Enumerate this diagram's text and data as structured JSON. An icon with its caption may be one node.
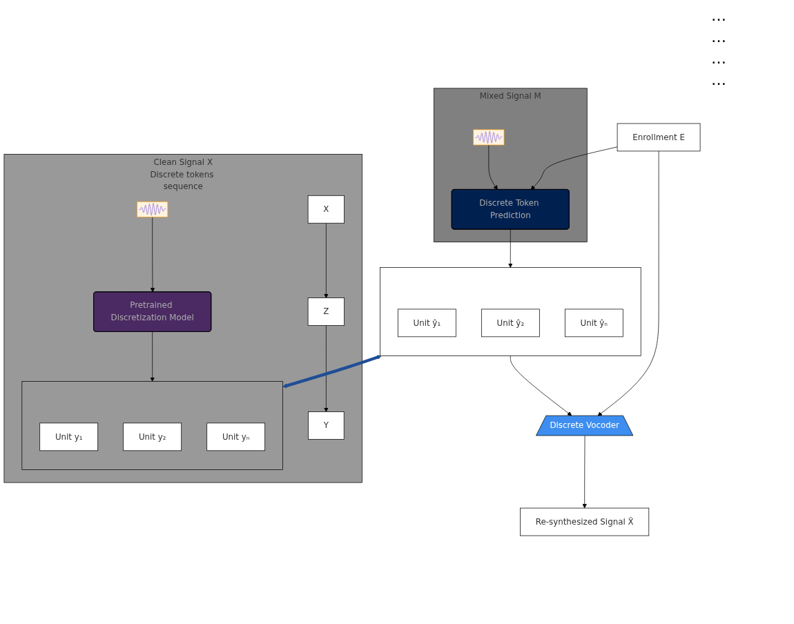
{
  "diagram": {
    "nodes": [
      {
        "text": [
          "Mixed Signal M"
        ]
      },
      {
        "text": [],
        "shape": "picture",
        "in": 0
      },
      {
        "text": [
          "Discrete Token Prediction"
        ],
        "in": 0
      },
      {
        "text": [
          "Enrollment E"
        ]
      },
      {
        "text": [],
        "shape": "box"
      },
      {
        "text": [
          "Unit ŷ₁"
        ],
        "in": 4
      },
      {
        "text": [
          "Unit ŷ₂"
        ],
        "in": 4
      },
      {
        "text": [
          "Unit ŷₙ"
        ],
        "in": 4
      },
      {
        "text": [
          "Discrete Vocoder"
        ]
      },
      {
        "text": [
          "Re-synthesized Signal X̂"
        ]
      },
      {
        "text": [
          "Clean Signal X",
          "Discrete tokens sequence"
        ]
      },
      {
        "text": [],
        "shape": "picture",
        "in": 10
      },
      {
        "text": [
          "Pretrained Discretization Model"
        ],
        "in": 10
      },
      {
        "text": [],
        "shape": "box",
        "in": 10
      },
      {
        "text": [
          "Unit y₁"
        ],
        "in": 13
      },
      {
        "text": [
          "Unit y₂"
        ],
        "in": 13
      },
      {
        "text": [
          "Unit yₙ"
        ],
        "in": 13
      },
      {
        "text": [
          "X"
        ],
        "in": 10
      },
      {
        "text": [
          "Z"
        ],
        "in": 10
      },
      {
        "text": [
          "Y"
        ],
        "in": 10
      }
    ],
    "edges": [
      {
        "from": 1,
        "to": 2,
        "arrow": "to"
      },
      {
        "from": 3,
        "to": 2,
        "arrow": "to"
      },
      {
        "from": 2,
        "to": 4,
        "arrow": "to"
      },
      {
        "from": 4,
        "to": 8,
        "arrow": "to"
      },
      {
        "from": 3,
        "to": 8,
        "arrow": "to"
      },
      {
        "from": 8,
        "to": 9,
        "arrow": "to"
      },
      {
        "from": 11,
        "to": 12,
        "arrow": "to"
      },
      {
        "from": 12,
        "to": 13,
        "arrow": "to"
      },
      {
        "from": 4,
        "to": 13,
        "arrow": "both",
        "style": "thick",
        "color": "#1f4e96"
      },
      {
        "from": 17,
        "to": 18,
        "arrow": "to"
      },
      {
        "from": 18,
        "to": 19,
        "arrow": "to"
      }
    ],
    "labels": [
      "…",
      "…",
      "…",
      "…"
    ]
  }
}
